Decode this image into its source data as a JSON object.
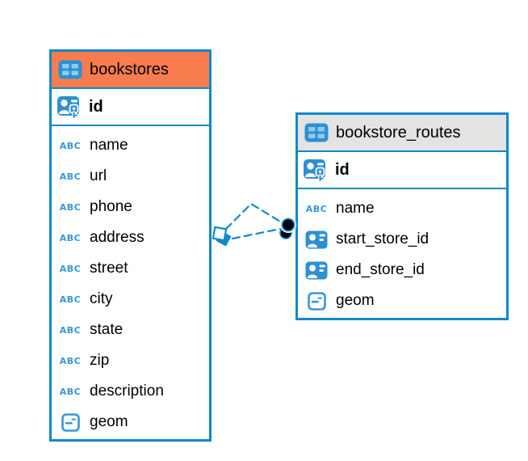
{
  "diagram": {
    "kind": "entity-relationship-diagram",
    "background": "#ffffff"
  },
  "colors": {
    "table_border": "#1089c9",
    "icon_blue": "#2e90d1",
    "icon_cell_blue": "#8ecbec",
    "icon_text_blue": "#3a96d6",
    "selected_header_orange": "#f97c4e",
    "header_gray": "#e3e3e3",
    "relationship_line_blue": "#1089c9",
    "dot_marker_black": "#000000",
    "text_black": "#000000"
  },
  "icons": {
    "text_type_glyph": "ABC",
    "table_icon": "table-icon",
    "primary_key_icon": "primary-key-icon",
    "reference_id_icon": "reference-id-icon",
    "geometry_type_icon": "geometry-type-icon"
  },
  "tables": [
    {
      "name": "bookstores",
      "header_style": "selected-orange",
      "primary_key": {
        "name": "id",
        "icon": "primary-key-icon"
      },
      "fields": [
        {
          "name": "name",
          "icon": "text-type-icon"
        },
        {
          "name": "url",
          "icon": "text-type-icon"
        },
        {
          "name": "phone",
          "icon": "text-type-icon"
        },
        {
          "name": "address",
          "icon": "text-type-icon"
        },
        {
          "name": "street",
          "icon": "text-type-icon"
        },
        {
          "name": "city",
          "icon": "text-type-icon"
        },
        {
          "name": "state",
          "icon": "text-type-icon"
        },
        {
          "name": "zip",
          "icon": "text-type-icon"
        },
        {
          "name": "description",
          "icon": "text-type-icon"
        },
        {
          "name": "geom",
          "icon": "geometry-type-icon"
        }
      ]
    },
    {
      "name": "bookstore_routes",
      "header_style": "plain-gray",
      "primary_key": {
        "name": "id",
        "icon": "primary-key-icon"
      },
      "fields": [
        {
          "name": "name",
          "icon": "text-type-icon"
        },
        {
          "name": "start_store_id",
          "icon": "reference-id-icon"
        },
        {
          "name": "end_store_id",
          "icon": "reference-id-icon"
        },
        {
          "name": "geom",
          "icon": "geometry-type-icon"
        }
      ]
    }
  ],
  "relationships": [
    {
      "name": "relationship-1",
      "from": "bookstores",
      "to": "bookstore_routes",
      "line_style": "dashed",
      "source_marker": "diamond",
      "target_marker": "black-dot"
    },
    {
      "name": "relationship-2",
      "from": "bookstores",
      "to": "bookstore_routes",
      "line_style": "dashed",
      "source_marker": "diamond",
      "target_marker": "black-dot"
    }
  ]
}
